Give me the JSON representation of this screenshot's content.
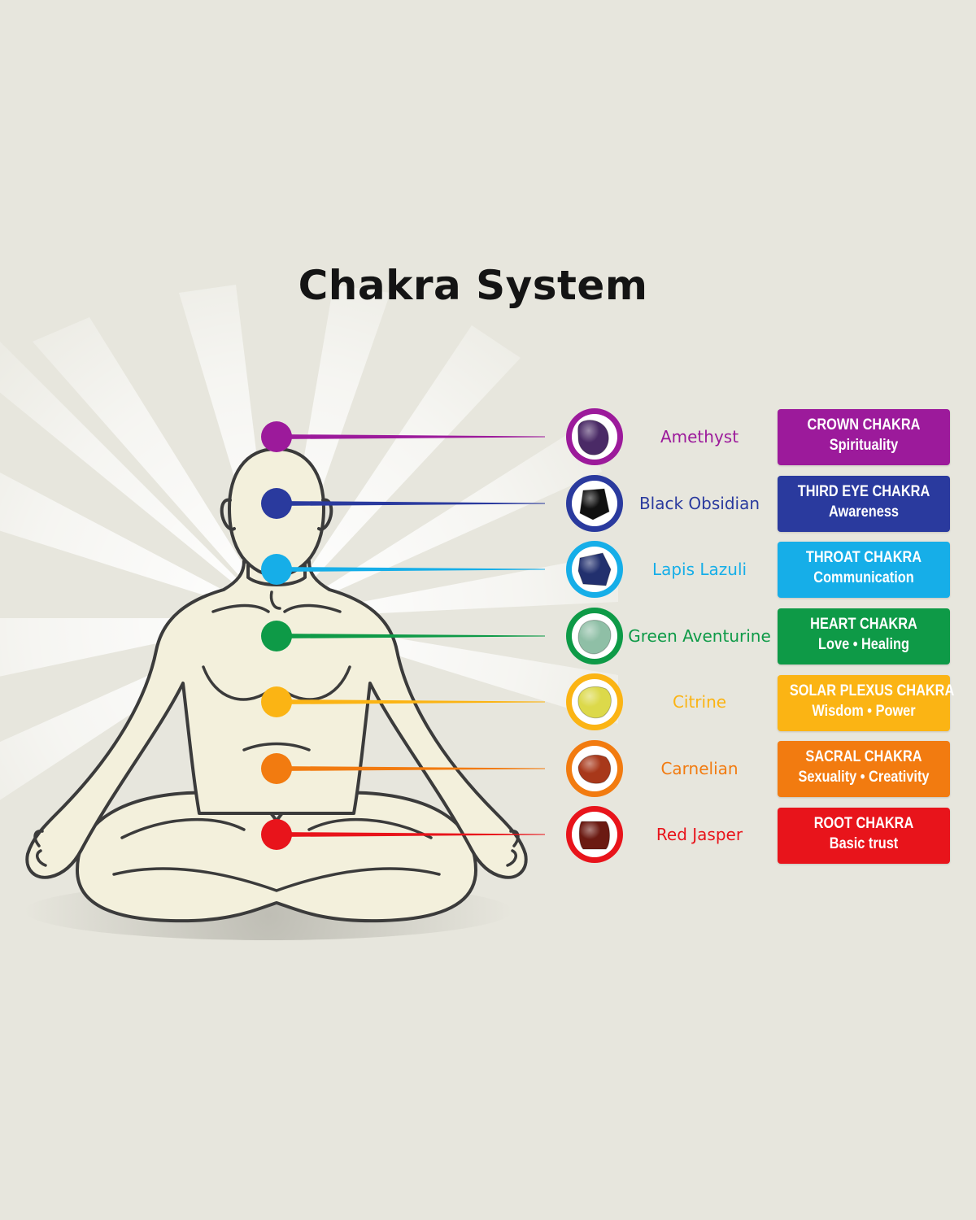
{
  "title": "Chakra System",
  "chakras": [
    {
      "stone": "Amethyst",
      "name": "CROWN CHAKRA",
      "meaning": "Spirituality",
      "color": "#9c1a9b",
      "stone_color": "#4a2a66"
    },
    {
      "stone": "Black Obsidian",
      "name": "THIRD EYE CHAKRA",
      "meaning": "Awareness",
      "color": "#2a3a9e",
      "stone_color": "#111111"
    },
    {
      "stone": "Lapis Lazuli",
      "name": "THROAT CHAKRA",
      "meaning": "Communication",
      "color": "#16aee8",
      "stone_color": "#22306e"
    },
    {
      "stone": "Green Aventurine",
      "name": "HEART CHAKRA",
      "meaning": "Love • Healing",
      "color": "#0e9a47",
      "stone_color": "#8fbfa6"
    },
    {
      "stone": "Citrine",
      "name": "SOLAR PLEXUS CHAKRA",
      "meaning": "Wisdom • Power",
      "color": "#fbb414",
      "stone_color": "#dcd94a"
    },
    {
      "stone": "Carnelian",
      "name": "SACRAL CHAKRA",
      "meaning": "Sexuality • Creativity",
      "color": "#f27b10",
      "stone_color": "#a8381a"
    },
    {
      "stone": "Red Jasper",
      "name": "ROOT CHAKRA",
      "meaning": "Basic trust",
      "color": "#e8141b",
      "stone_color": "#6b1a12"
    }
  ]
}
